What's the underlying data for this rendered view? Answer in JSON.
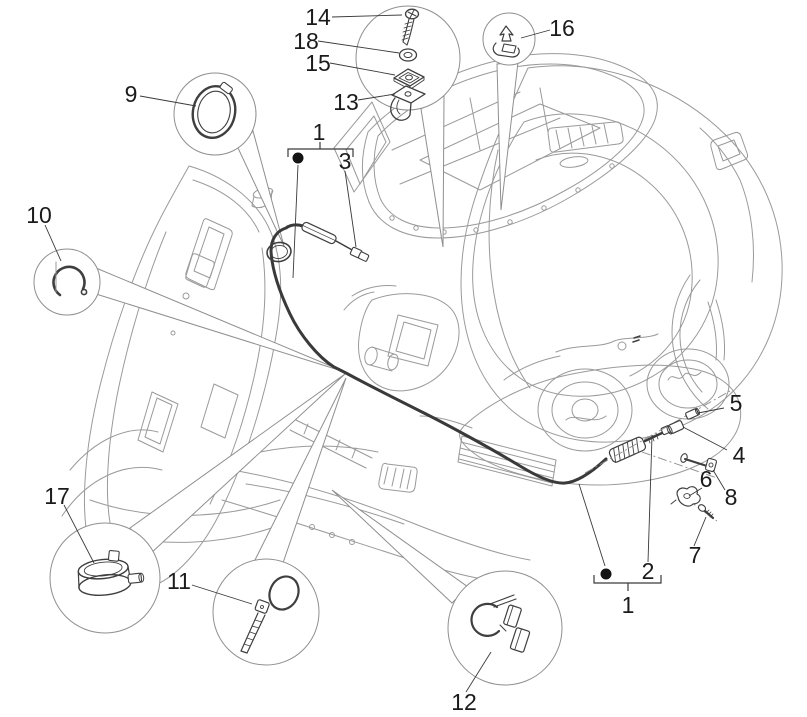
{
  "figure": {
    "kind": "exploded-parts-diagram",
    "subject": "scooter transmission control cable assembly",
    "background_color": "#ffffff",
    "artwork_color": "#9a9a9a",
    "cable_color": "#3a3a3a",
    "label_color": "#1b1b1b",
    "balloon_color": "#8f8f8f",
    "labels": {
      "l14": "14",
      "l18": "18",
      "l15": "15",
      "l13": "13",
      "l16": "16",
      "l9": "9",
      "l1_top": "1",
      "l3": "3",
      "l10": "10",
      "l17": "17",
      "l11": "11",
      "l12": "12",
      "l5": "5",
      "l4": "4",
      "l6": "6",
      "l8": "8",
      "l7": "7",
      "l2": "2",
      "l1_bottom": "1"
    },
    "callouts": [
      {
        "number": "1",
        "icon": "cable-assembly"
      },
      {
        "number": "2",
        "icon": "spring-cable-end-icon"
      },
      {
        "number": "3",
        "icon": "cable-fitting-icon"
      },
      {
        "number": "4",
        "icon": "adjuster-barrel-icon"
      },
      {
        "number": "5",
        "icon": "adjuster-sleeve-icon"
      },
      {
        "number": "6",
        "icon": "lever-piece-icon"
      },
      {
        "number": "7",
        "icon": "small-screw-icon"
      },
      {
        "number": "8",
        "icon": "pin-plate-icon"
      },
      {
        "number": "9",
        "icon": "hose-clamp-icon"
      },
      {
        "number": "10",
        "icon": "c-clip-icon"
      },
      {
        "number": "11",
        "icon": "cable-tie-icon"
      },
      {
        "number": "12",
        "icon": "retainer-clip-icon"
      },
      {
        "number": "13",
        "icon": "bracket-icon"
      },
      {
        "number": "14",
        "icon": "screw-icon"
      },
      {
        "number": "15",
        "icon": "square-nut-icon"
      },
      {
        "number": "16",
        "icon": "push-clip-icon"
      },
      {
        "number": "17",
        "icon": "band-clamp-icon"
      },
      {
        "number": "18",
        "icon": "washer-icon"
      }
    ]
  }
}
